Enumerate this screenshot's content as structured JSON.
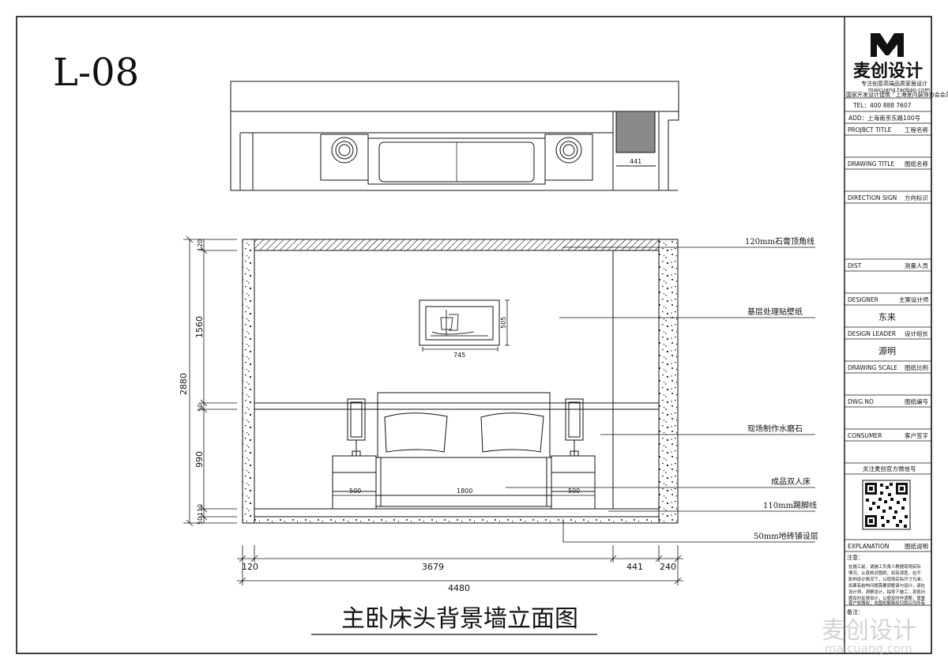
{
  "sheet_number": "L-08",
  "drawing_title": "主卧床头背景墙立面图",
  "plan": {
    "dim_441": "441"
  },
  "elevation": {
    "painting_width": "745",
    "painting_height": "505",
    "bed_width": "1800",
    "nightstand_left_width": "500",
    "nightstand_right_width": "500"
  },
  "annotations": [
    "120mm石膏顶角线",
    "基层处理贴壁纸",
    "现场制作水磨石",
    "成品双人床",
    "110mm踢脚线",
    "50mm地砖铺设层"
  ],
  "vertical_dims": {
    "total": "2880",
    "segments": [
      "120",
      "1560",
      "50",
      "990",
      "110",
      "50"
    ]
  },
  "horizontal_dims": {
    "segments": [
      "120",
      "3679",
      "441",
      "240"
    ],
    "total": "4480"
  },
  "title_block": {
    "logo_mark": "M",
    "brand": "麦创设计",
    "slogan": "专注创意高端品质家居设计",
    "website": "maicuang.taobao.com",
    "address_line": "国家开发设计建筑 · 上海室内装饰协会会员",
    "tel": "TEL：400 888 7607",
    "add": "ADD：上海南京东路100号",
    "fields": [
      {
        "en": "PROJBCT TITLE",
        "cn": "工程名称",
        "value": ""
      },
      {
        "en": "DRAWING TITLE",
        "cn": "图纸名称",
        "value": ""
      },
      {
        "en": "DIRECTION SIGN",
        "cn": "方向标识",
        "value": ""
      },
      {
        "en": "DIST",
        "cn": "测量人员",
        "value": ""
      },
      {
        "en": "DESIGNER",
        "cn": "主案设计师",
        "value": "东来"
      },
      {
        "en": "DESIGN LEADER",
        "cn": "设计组长",
        "value": "源明"
      },
      {
        "en": "DRAWING SCALE",
        "cn": "图纸比例",
        "value": ""
      },
      {
        "en": "DWG.NO",
        "cn": "图纸编号",
        "value": ""
      },
      {
        "en": "CONSUMER",
        "cn": "客户签字",
        "value": ""
      }
    ],
    "qr_caption": "关注麦创官方微信号",
    "explanation_en": "EXPLANATION",
    "explanation_cn": "图纸说明",
    "notes_title": "注意：",
    "notes": [
      "在施工前，请施工负责人根据现场实际",
      "情况，认真核对图纸；如有误差，在不",
      "影响设计情况下，以现场实际尺寸为准；",
      "如果有结构问题需要调整请与设计，请在",
      "设计师，洞察设计，指导下施工；发现问",
      "题及时反馈设计，以便及时作调整，尊重",
      "客户知情权；本图纸解释权归我公司所有"
    ],
    "remark": "备注："
  },
  "watermark": {
    "cn": "麦创设计",
    "en": "maicuang.com"
  }
}
